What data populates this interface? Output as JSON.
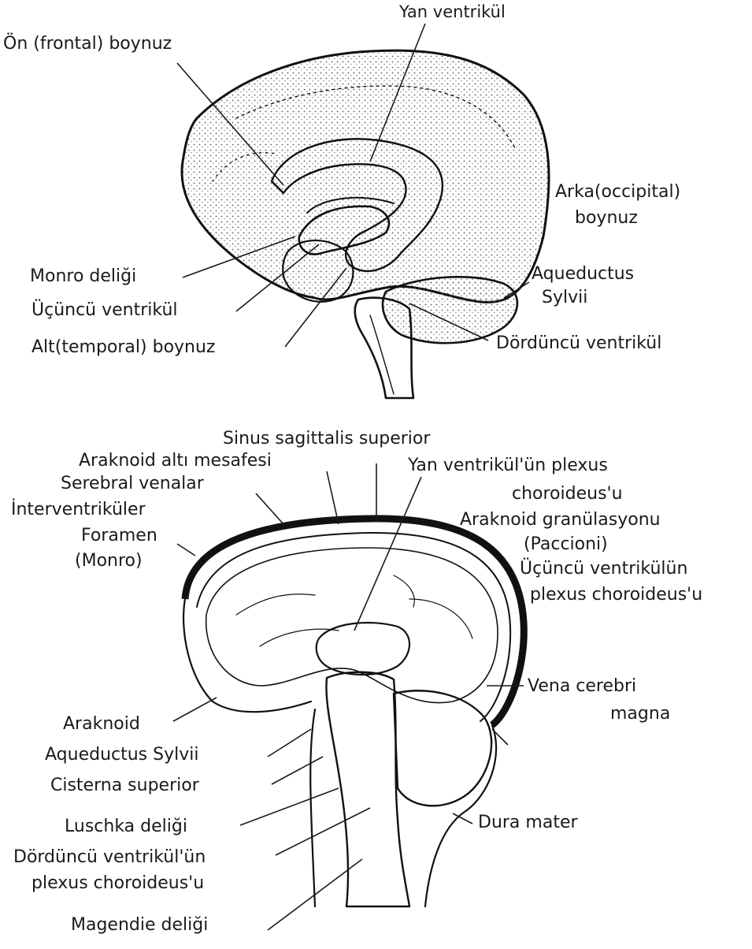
{
  "upper_figure": {
    "labels": {
      "yan_ventrikul": "Yan ventrikül",
      "on_boynuz": "Ön (frontal) boynuz",
      "arka_boynuz_1": "Arka(occipital)",
      "arka_boynuz_2": "boynuz",
      "monro": "Monro deliği",
      "ucuncu": "Üçüncü ventrikül",
      "aqueductus_1": "Aqueductus",
      "aqueductus_2": "Sylvii",
      "alt_boynuz": "Alt(temporal) boynuz",
      "dorduncu": "Dördüncü ventrikül"
    }
  },
  "lower_figure": {
    "labels": {
      "sinus": "Sinus sagittalis superior",
      "araknoid_alti": "Araknoid altı mesafesi",
      "yan_plexus_1": "Yan ventrikül'ün plexus",
      "yan_plexus_2": "choroideus'u",
      "serebral": "Serebral venalar",
      "interventrikuler": "İnterventriküler",
      "foramen": "Foramen",
      "monro": "(Monro)",
      "granulasyon_1": "Araknoid granülasyonu",
      "granulasyon_2": "(Paccioni)",
      "ucuncu_plexus_1": "Üçüncü ventrikülün",
      "ucuncu_plexus_2": "plexus choroideus'u",
      "vena_1": "Vena cerebri",
      "vena_2": "magna",
      "araknoid": "Araknoid",
      "aqueductus": "Aqueductus Sylvii",
      "cisterna": "Cisterna superior",
      "luschka": "Luschka deliği",
      "dura": "Dura mater",
      "dorduncu_plexus_1": "Dördüncü ventrikül'ün",
      "dorduncu_plexus_2": "plexus choroideus'u",
      "magendie": "Magendie deliği"
    }
  }
}
